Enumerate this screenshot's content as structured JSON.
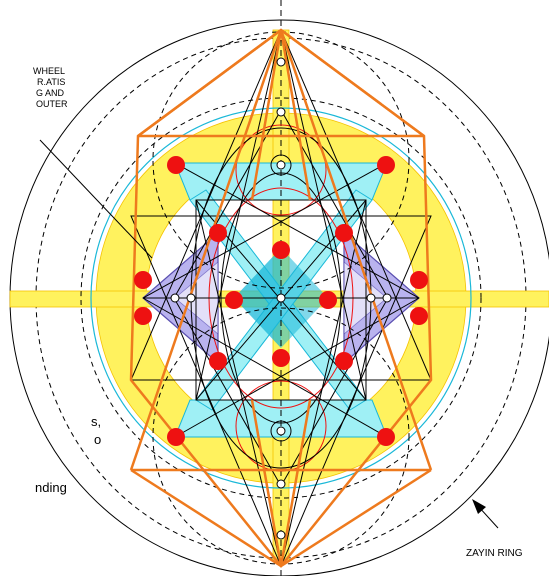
{
  "labels": {
    "wheel_lines": [
      "WHEEL",
      "R.ATIS",
      "G AND",
      "OUTER"
    ],
    "side_1": "s,",
    "side_2": "o",
    "side_3": "nding",
    "zayin": "ZAYIN RING"
  },
  "colors": {
    "yellow": "#fff25e",
    "yellow_edge": "#f5c200",
    "cyan": "#9ff0f5",
    "cyan_dark": "#1ab8d8",
    "lavender": "#b9b3ef",
    "lavender_edge": "#5a4fb0",
    "orange": "#ee7a1e",
    "red": "#ee1111",
    "black": "#000000"
  }
}
